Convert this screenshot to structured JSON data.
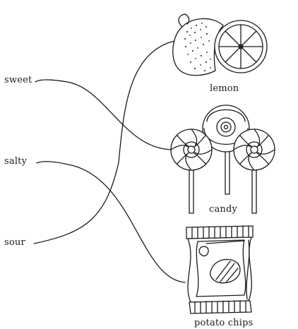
{
  "tastes": [
    "sweet",
    "salty",
    "sour"
  ],
  "foods": [
    "lemon",
    "candy",
    "potato chips"
  ],
  "matches": [
    {
      "taste": "sweet",
      "food": "candy"
    },
    {
      "taste": "salty",
      "food": "potato chips"
    },
    {
      "taste": "sour",
      "food": "lemon"
    }
  ],
  "colors": {
    "ink": "#1a1a1a",
    "background": "#ffffff"
  }
}
